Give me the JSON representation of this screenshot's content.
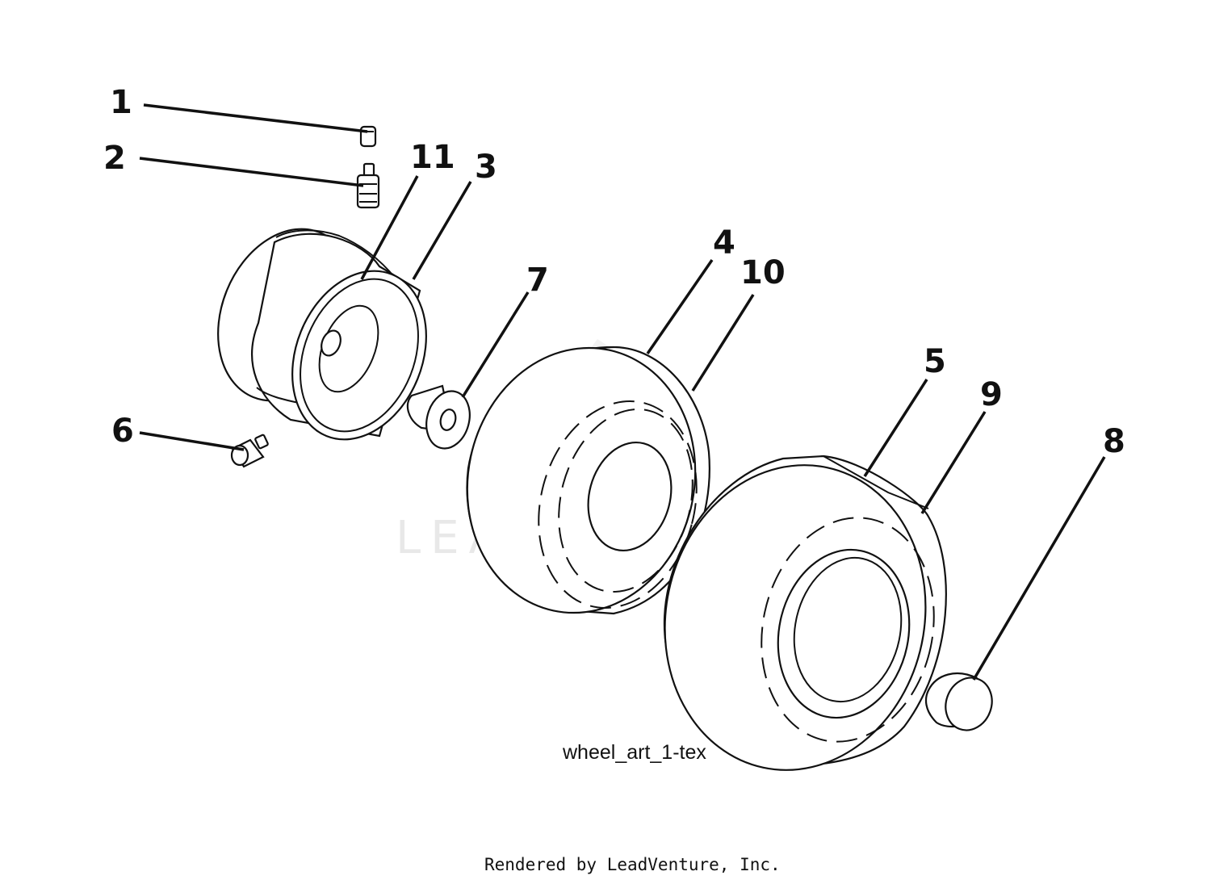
{
  "diagram": {
    "callouts": [
      {
        "id": "1",
        "label": "1"
      },
      {
        "id": "2",
        "label": "2"
      },
      {
        "id": "11",
        "label": "11"
      },
      {
        "id": "3",
        "label": "3"
      },
      {
        "id": "7",
        "label": "7"
      },
      {
        "id": "4",
        "label": "4"
      },
      {
        "id": "10",
        "label": "10"
      },
      {
        "id": "5",
        "label": "5"
      },
      {
        "id": "9",
        "label": "9"
      },
      {
        "id": "8",
        "label": "8"
      },
      {
        "id": "6",
        "label": "6"
      }
    ],
    "art_label": "wheel_art_1-tex",
    "footer": "Rendered by LeadVenture, Inc.",
    "watermark": "LEADVENTURE"
  },
  "colors": {
    "line": "#111111",
    "background": "#ffffff",
    "watermark": "#e8e8e8"
  }
}
